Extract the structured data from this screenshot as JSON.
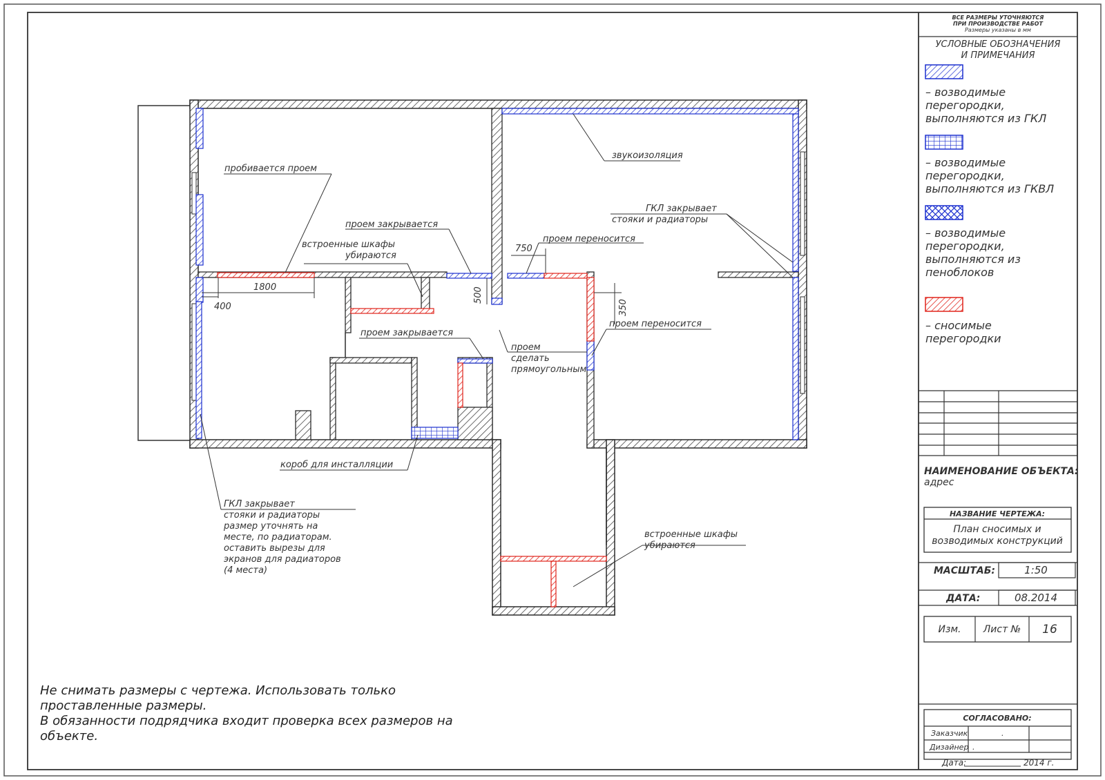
{
  "general_note": [
    "Не снимать размеры с чертежа. Использовать только",
    "проставленные размеры.",
    "В обязанности подрядчика входит проверка всех размеров на",
    "объекте."
  ],
  "stamp": {
    "header_lines": [
      "ВСЕ РАЗМЕРЫ УТОЧНЯЮТСЯ",
      "ПРИ ПРОИЗВОДСТВЕ РАБОТ",
      "Размеры указаны в мм"
    ],
    "legend_title": [
      "УСЛОВНЫЕ ОБОЗНАЧЕНИЯ",
      "И ПРИМЕЧАНИЯ"
    ],
    "legend": [
      {
        "pattern": "diag-blue",
        "lines": [
          "– возводимые",
          "перегородки,",
          "выполняются из ГКЛ"
        ]
      },
      {
        "pattern": "grid-blue",
        "lines": [
          "– возводимые",
          "перегородки,",
          "выполняются из ГКВЛ"
        ]
      },
      {
        "pattern": "cross-blue",
        "lines": [
          "– возводимые",
          "перегородки,",
          "выполняются из",
          "пеноблоков"
        ]
      },
      {
        "pattern": "diag-red",
        "lines": [
          "– сносимые",
          "перегородки"
        ]
      }
    ],
    "object_label": "НАИМЕНОВАНИЕ ОБЪЕКТА:",
    "object_value": "адрес",
    "drawing_label": "НАЗВАНИЕ ЧЕРТЕЖА:",
    "drawing_value": [
      "План сносимых и",
      "возводимых конструкций"
    ],
    "scale_label": "МАСШТАБ:",
    "scale_value": "1:50",
    "date_label": "ДАТА:",
    "date_value": "08.2014",
    "rev_label": "Изм.",
    "sheet_label": "Лист №",
    "sheet_value": "16",
    "approved_label": "СОГЛАСОВАНО:",
    "client_label": "Заказчик",
    "designer_label": "Дизайнер",
    "dot": ".",
    "date_sign_label": "Дата:",
    "date_sign_value": "2014 г."
  },
  "annotations": {
    "make_opening": "пробивается проем",
    "soundproofing": "звукоизоляция",
    "opening_closed_1": "проем закрывается",
    "builtin_removed_1": [
      "встроенные шкафы",
      "убираются"
    ],
    "gkl_covers_right": [
      "ГКЛ закрывает",
      "стояки и радиаторы"
    ],
    "opening_moved_1": "проем переносится",
    "opening_closed_2": "проем закрывается",
    "make_rectangular": [
      "проем",
      "сделать",
      "прямоугольным"
    ],
    "opening_moved_2": "проем переносится",
    "install_box": "короб для инсталляции",
    "gkl_covers_left": [
      "ГКЛ закрывает",
      "стояки и радиаторы",
      "размер уточнять на",
      "месте, по радиаторам.",
      "оставить вырезы для",
      "экранов для радиаторов",
      "(4 места)"
    ],
    "builtin_removed_2": [
      "встроенные шкафы",
      "убираются"
    ]
  },
  "dimensions": {
    "d1800": "1800",
    "d400": "400",
    "d500": "500",
    "d750": "750",
    "d350": "350"
  },
  "colors": {
    "line": "#2b2b2b",
    "blue": "#1a2ecf",
    "red": "#e0231a",
    "hatch": "#444444"
  }
}
